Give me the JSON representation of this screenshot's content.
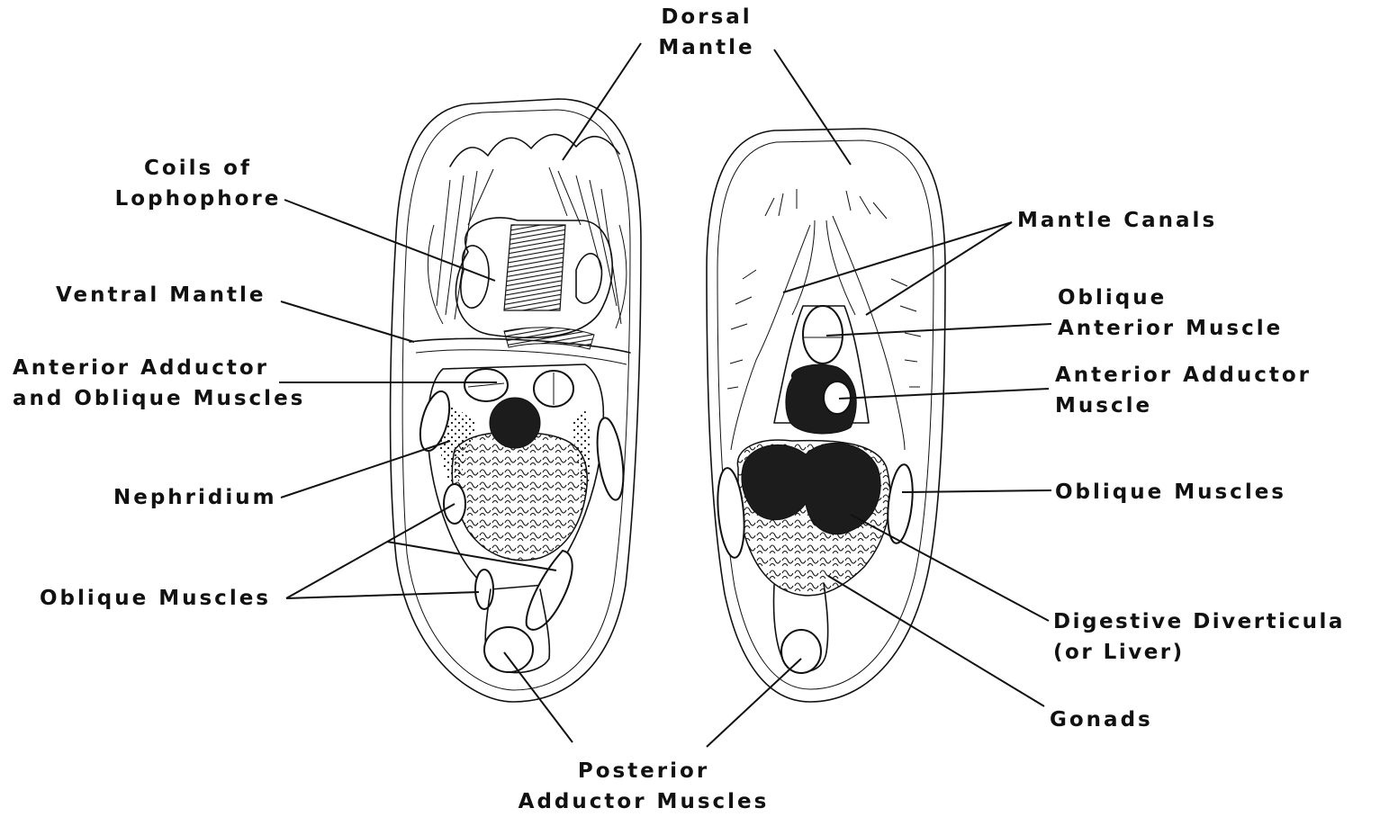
{
  "labels": {
    "dorsal_mantle": [
      "Dorsal",
      "Mantle"
    ],
    "coils_of_lophophore": [
      "Coils of",
      "Lophophore"
    ],
    "ventral_mantle": "Ventral Mantle",
    "anterior_adductor_oblique": [
      "Anterior Adductor",
      "and Oblique Muscles"
    ],
    "nephridium": "Nephridium",
    "oblique_muscles_left": "Oblique Muscles",
    "posterior_adductor_muscles": [
      "Posterior",
      "Adductor Muscles"
    ],
    "mantle_canals": "Mantle Canals",
    "oblique_anterior_muscle": [
      "Oblique",
      "Anterior Muscle"
    ],
    "anterior_adductor_muscle": [
      "Anterior Adductor",
      "Muscle"
    ],
    "oblique_muscles_right": "Oblique Muscles",
    "digestive_diverticula": [
      "Digestive Diverticula",
      "(or Liver)"
    ],
    "gonads": "Gonads"
  },
  "colors": {
    "ink": "#111111",
    "background": "#ffffff"
  }
}
